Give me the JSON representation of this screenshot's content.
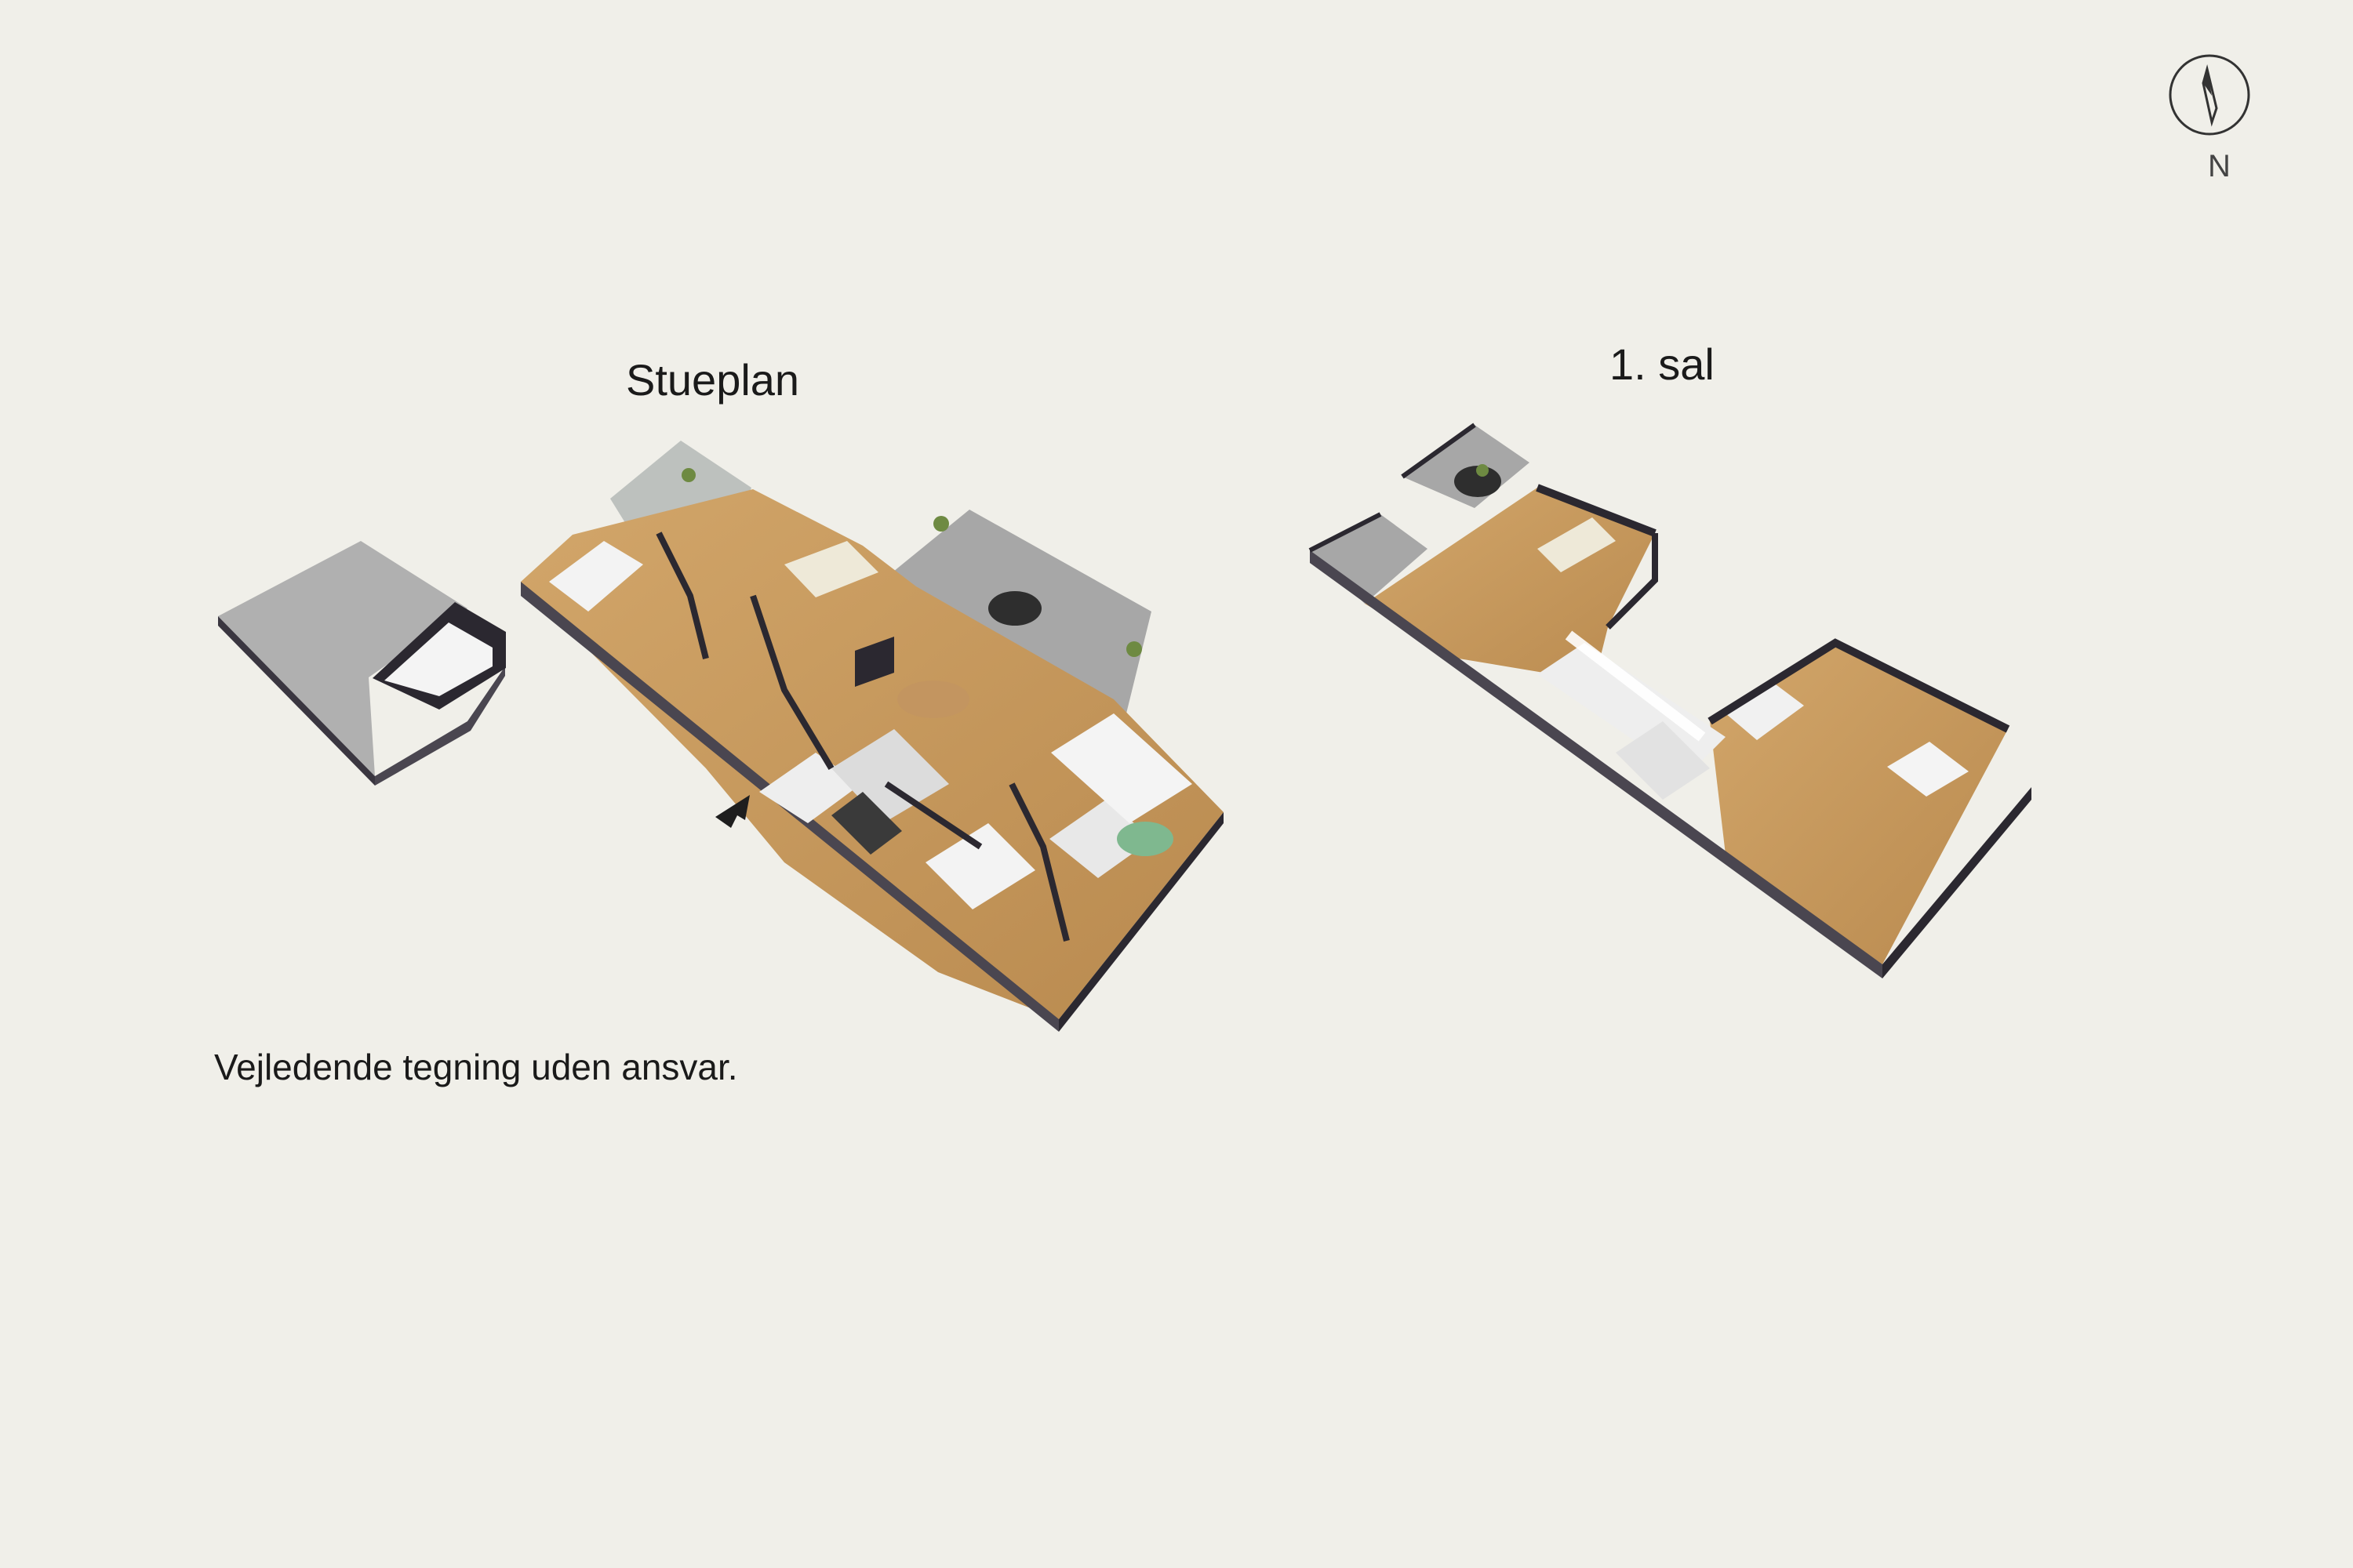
{
  "floors": {
    "ground": {
      "title": "Stueplan"
    },
    "first": {
      "title": "1. sal"
    }
  },
  "disclaimer": "Vejledende tegning uden ansvar.",
  "compass": {
    "label": "N",
    "icon": "compass-icon"
  },
  "colors": {
    "background": "#f0efe9",
    "wood_floor": "#c79a5e",
    "terrace": "#a8a8a8",
    "wall": "#2b2830",
    "wall_side": "#4a4650"
  }
}
